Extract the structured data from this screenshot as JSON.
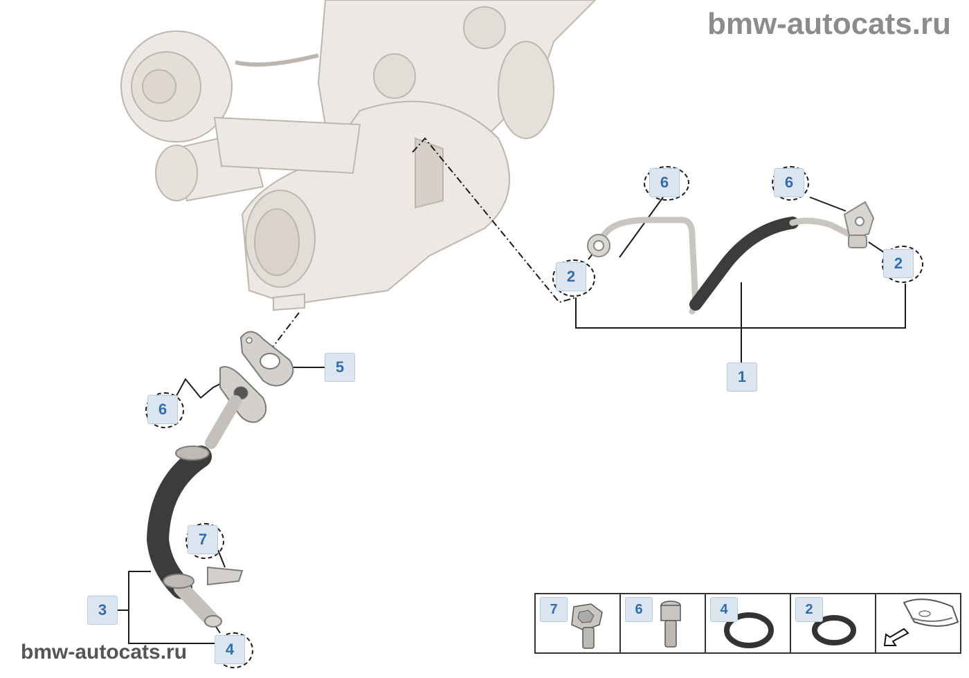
{
  "watermark": {
    "top": "bmw-autocats.ru",
    "bottom": "bmw-autocats.ru"
  },
  "callouts": {
    "c6_top_left": "6",
    "c6_top_right": "6",
    "c2_left": "2",
    "c2_right": "2",
    "c1": "1",
    "c5": "5",
    "c6_lower": "6",
    "c7": "7",
    "c3": "3",
    "c4": "4"
  },
  "legend": {
    "items": [
      {
        "label": "7",
        "icon": "flange-bolt-icon"
      },
      {
        "label": "6",
        "icon": "socket-head-bolt-icon"
      },
      {
        "label": "4",
        "icon": "o-ring-icon"
      },
      {
        "label": "2",
        "icon": "o-ring-icon"
      },
      {
        "label": "",
        "icon": "car-front-location-icon"
      }
    ]
  },
  "colors": {
    "callout_bg": "#dce6f1",
    "callout_text": "#2f6db0",
    "part_light": "#e9e5e0",
    "hose_dark": "#3c3c3c"
  }
}
